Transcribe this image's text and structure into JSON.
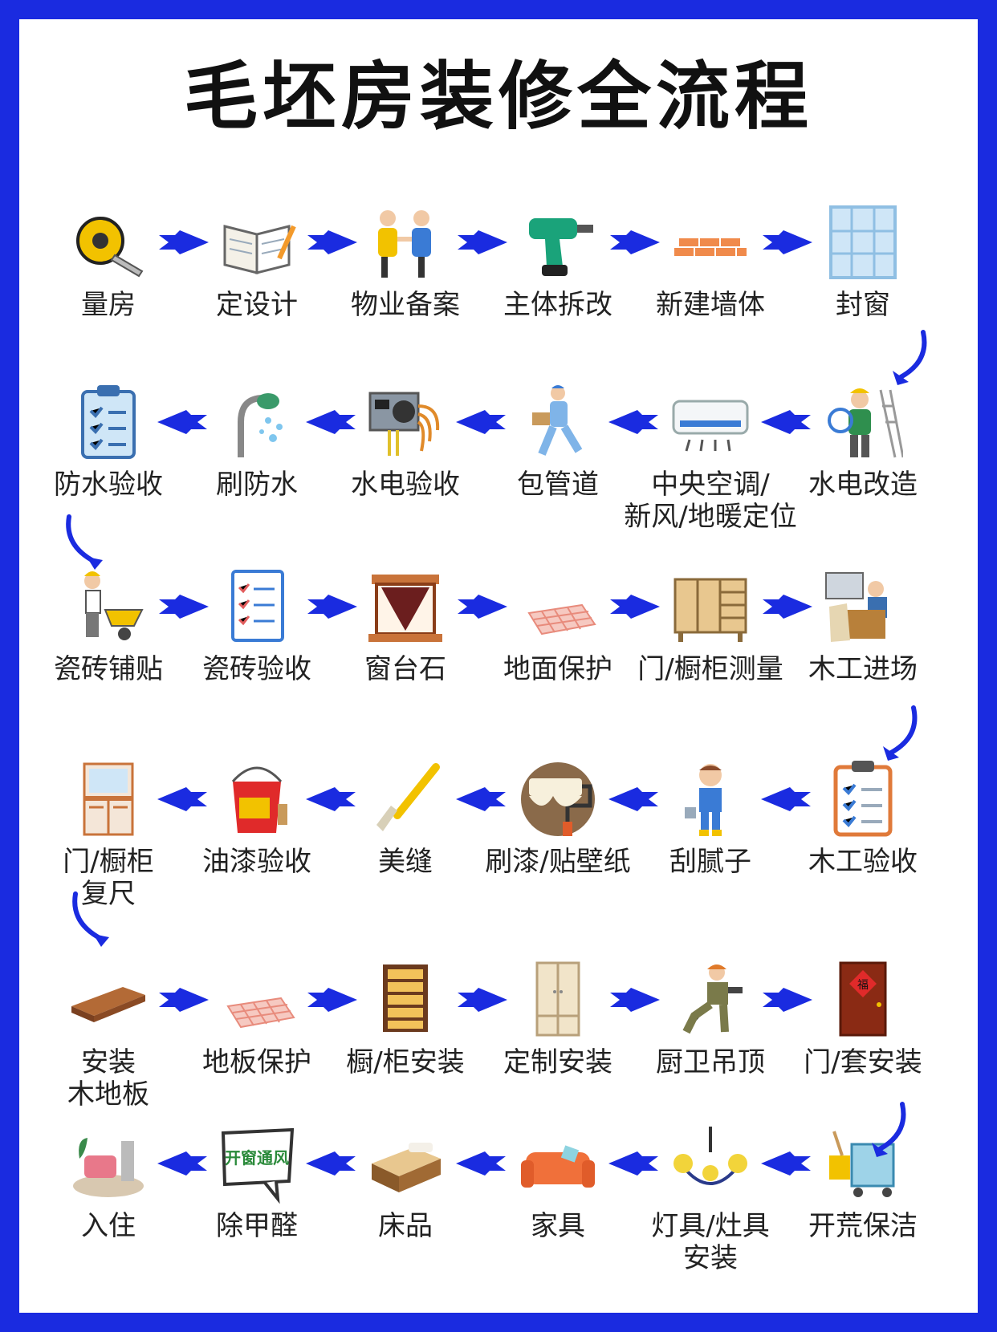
{
  "title": "毛坯房装修全流程",
  "steps": [
    {
      "label": "量房",
      "icon": "tape-measure-icon"
    },
    {
      "label": "定设计",
      "icon": "design-book-icon"
    },
    {
      "label": "物业备案",
      "icon": "handshake-icon"
    },
    {
      "label": "主体拆改",
      "icon": "drill-icon"
    },
    {
      "label": "新建墙体",
      "icon": "brick-wall-icon"
    },
    {
      "label": "封窗",
      "icon": "window-icon"
    },
    {
      "label": "水电改造",
      "icon": "electrician-icon"
    },
    {
      "label": "中央空调/\n新风/地暖定位",
      "icon": "air-conditioner-icon"
    },
    {
      "label": "包管道",
      "icon": "worker-running-icon"
    },
    {
      "label": "水电验收",
      "icon": "power-supply-icon"
    },
    {
      "label": "刷防水",
      "icon": "shower-head-icon"
    },
    {
      "label": "防水验收",
      "icon": "checklist-clipboard-icon"
    },
    {
      "label": "瓷砖铺贴",
      "icon": "wheelbarrow-worker-icon"
    },
    {
      "label": "瓷砖验收",
      "icon": "checklist-icon"
    },
    {
      "label": "窗台石",
      "icon": "window-sill-icon"
    },
    {
      "label": "地面保护",
      "icon": "floor-mat-icon"
    },
    {
      "label": "门/橱柜测量",
      "icon": "cabinet-icon"
    },
    {
      "label": "木工进场",
      "icon": "carpenter-icon"
    },
    {
      "label": "木工验收",
      "icon": "clipboard-check-icon"
    },
    {
      "label": "刮腻子",
      "icon": "plasterer-icon"
    },
    {
      "label": "刷漆/贴壁纸",
      "icon": "paint-roller-icon"
    },
    {
      "label": "美缝",
      "icon": "grout-brush-icon"
    },
    {
      "label": "油漆验收",
      "icon": "paint-bucket-icon"
    },
    {
      "label": "门/橱柜\n复尺",
      "icon": "cupboard-icon"
    },
    {
      "label": "安装\n木地板",
      "icon": "wood-plank-icon"
    },
    {
      "label": "地板保护",
      "icon": "floor-mat-icon"
    },
    {
      "label": "橱/柜安装",
      "icon": "drawer-cabinet-icon"
    },
    {
      "label": "定制安装",
      "icon": "wardrobe-icon"
    },
    {
      "label": "厨卫吊顶",
      "icon": "kneeling-worker-icon"
    },
    {
      "label": "门/套安装",
      "icon": "door-icon"
    },
    {
      "label": "开荒保洁",
      "icon": "cleaning-cart-icon"
    },
    {
      "label": "灯具/灶具\n安装",
      "icon": "chandelier-icon"
    },
    {
      "label": "家具",
      "icon": "sofa-icon"
    },
    {
      "label": "床品",
      "icon": "bed-icon"
    },
    {
      "label": "除甲醛",
      "icon": "ventilation-sign-icon"
    },
    {
      "label": "入住",
      "icon": "living-room-icon"
    }
  ],
  "sign_text": "开窗通风",
  "door_text": "福",
  "colors": {
    "frame": "#1a2be0",
    "arrow": "#1a2be0",
    "text": "#222222"
  }
}
